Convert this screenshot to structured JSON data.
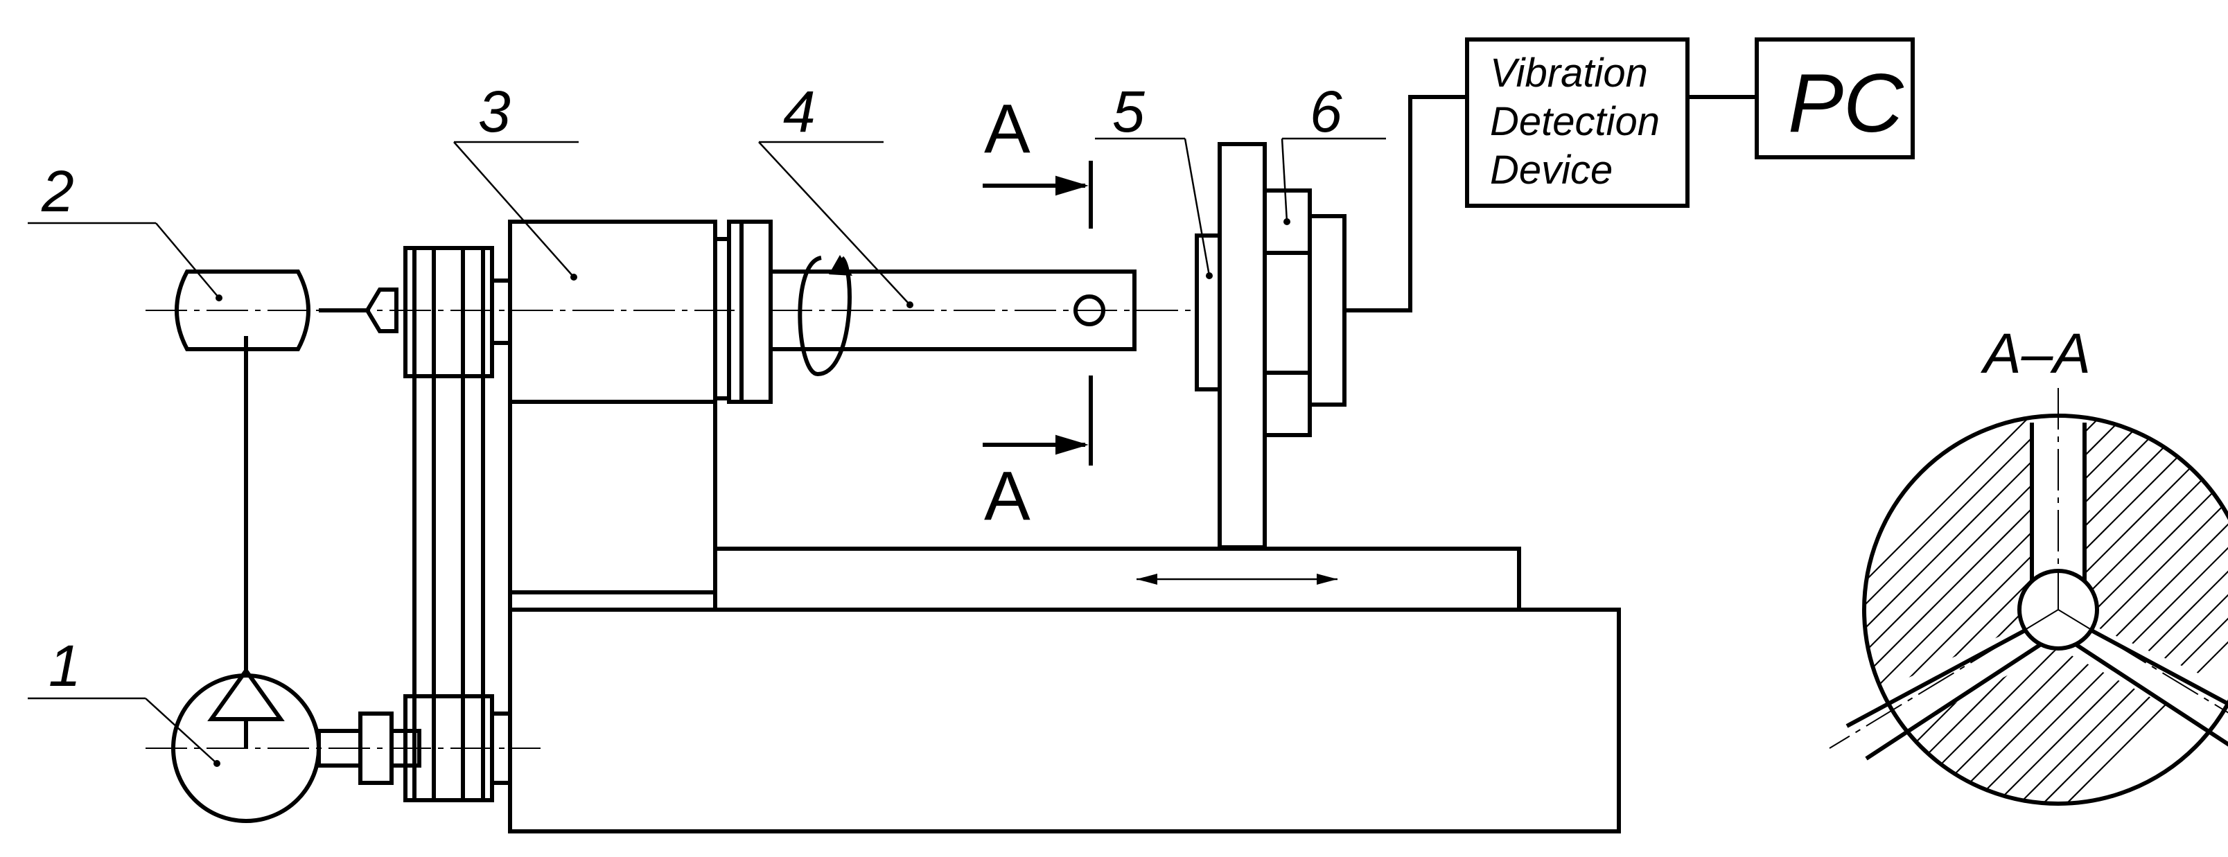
{
  "labels": {
    "part1": "1",
    "part2": "2",
    "part3": "3",
    "part4": "4",
    "part5": "5",
    "part6": "6",
    "section_mark_top": "A",
    "section_mark_bottom": "A",
    "section_title": "A–A"
  },
  "boxes": {
    "detector_line1": "Vibration",
    "detector_line2": "Detection",
    "detector_line3": "Device",
    "pc": "PC"
  }
}
